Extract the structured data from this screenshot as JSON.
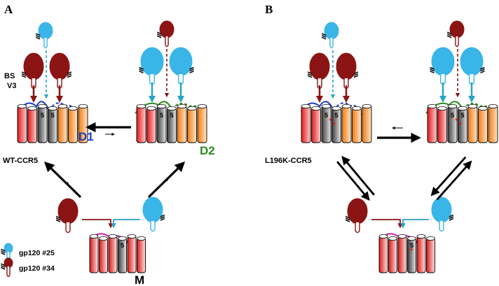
{
  "panels": [
    {
      "letter": "A",
      "variant": "WT-CCR5"
    },
    {
      "letter": "B",
      "variant": "L196K-CCR5"
    }
  ],
  "states": {
    "D1": {
      "label": "D1",
      "color": "#1f3fbf"
    },
    "D2": {
      "label": "D2",
      "color": "#2e8b1e"
    },
    "M": {
      "label": "M",
      "color": "#000000"
    }
  },
  "annotations": {
    "bs": "BS",
    "v3": "V3"
  },
  "helix_number": "5",
  "mutation_marker": "*",
  "legend": [
    {
      "label": "gp120 #25",
      "color": "#39b5e8"
    },
    {
      "label": "gp120 #34",
      "color": "#8b1414"
    }
  ],
  "colors": {
    "blue_gp120": "#39b5e8",
    "red_gp120": "#8b1414",
    "arrow_blue": "#2aa3c9",
    "arrow_red": "#8b1414",
    "loop_d1": "#1f3fbf",
    "loop_d2": "#2e8b1e",
    "loop_m": "#c21fb8",
    "mutation": "#e01818"
  }
}
